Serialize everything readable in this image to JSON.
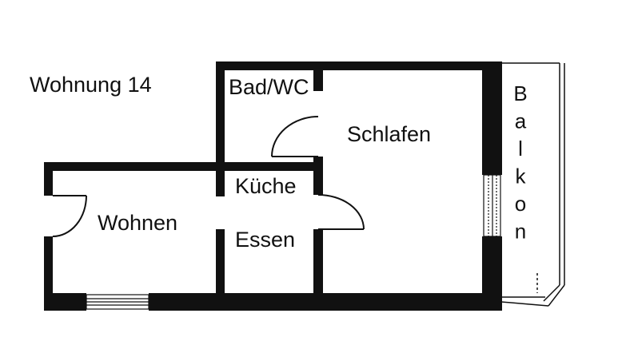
{
  "plan": {
    "title": "Wohnung 14",
    "rooms": {
      "bad_wc": "Bad/WC",
      "schlafen": "Schlafen",
      "kueche": "Küche",
      "essen": "Essen",
      "wohnen": "Wohnen",
      "balkon": "Balkon"
    }
  }
}
